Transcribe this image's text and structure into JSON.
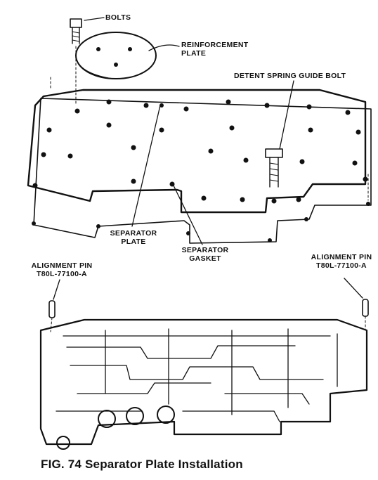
{
  "labels": {
    "bolts": "BOLTS",
    "reinforcement_plate": [
      "REINFORCEMENT",
      "PLATE"
    ],
    "detent_spring_guide_bolt": "DETENT SPRING GUIDE BOLT",
    "separator_plate": [
      "SEPARATOR",
      "PLATE"
    ],
    "separator_gasket": [
      "SEPARATOR",
      "GASKET"
    ],
    "alignment_pin_left": [
      "ALIGNMENT PIN",
      "T80L-77100-A"
    ],
    "alignment_pin_right": [
      "ALIGNMENT PIN",
      "T80L-77100-A"
    ]
  },
  "caption": "FIG. 74  Separator Plate Installation"
}
